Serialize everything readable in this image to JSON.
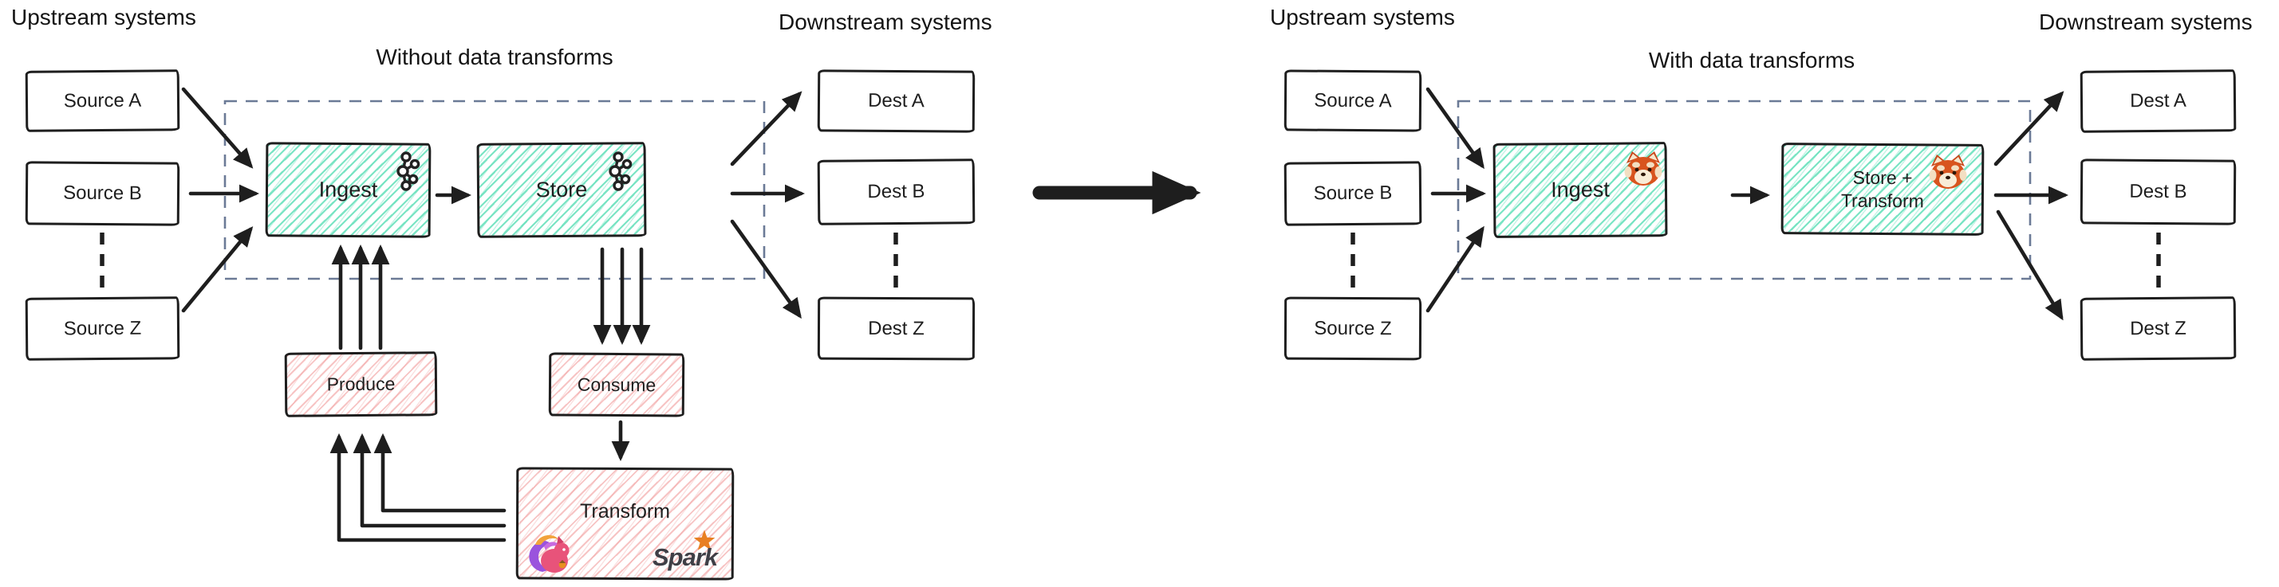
{
  "left_panel": {
    "upstream_label": "Upstream systems",
    "title": "Without data transforms",
    "downstream_label": "Downstream systems",
    "sources": [
      "Source A",
      "Source B",
      "Source Z"
    ],
    "dests": [
      "Dest A",
      "Dest B",
      "Dest Z"
    ],
    "ingest_label": "Ingest",
    "store_label": "Store",
    "produce_label": "Produce",
    "consume_label": "Consume",
    "transform_label": "Transform",
    "spark_wordmark": "Spark"
  },
  "right_panel": {
    "upstream_label": "Upstream systems",
    "title": "With data transforms",
    "downstream_label": "Downstream systems",
    "sources": [
      "Source A",
      "Source B",
      "Source Z"
    ],
    "dests": [
      "Dest A",
      "Dest B",
      "Dest Z"
    ],
    "ingest_label": "Ingest",
    "store_transform_line1": "Store +",
    "store_transform_line2": "Transform"
  },
  "icons": {
    "kafka": "kafka-logo",
    "redpanda": "redpanda-logo",
    "flink": "flink-squirrel-logo",
    "spark_star": "spark-star"
  },
  "colors": {
    "ink": "#1e1e1e",
    "teal_hatch": "#63e0ba",
    "pink_hatch": "#f09494",
    "dashed_boundary": "#6b7a96",
    "spark_orange": "#e87f22",
    "flink_body_pink": "#e8537a",
    "flink_tail_purple": "#9a53dd",
    "redpanda_orange": "#d8541e"
  }
}
